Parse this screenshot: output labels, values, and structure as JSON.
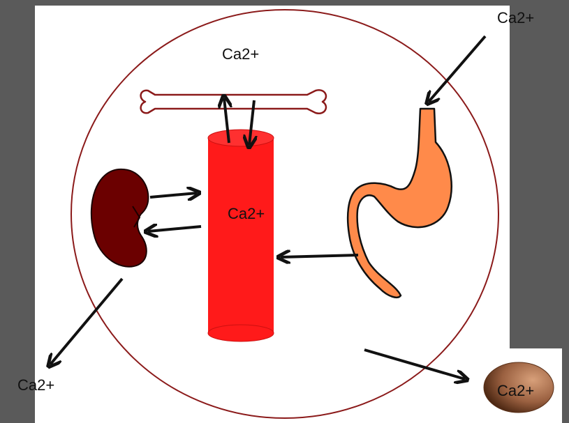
{
  "diagram": {
    "labels": {
      "top": "Ca2+",
      "top_right": "Ca2+",
      "center": "Ca2+",
      "bottom_left": "Ca2+",
      "bottom_right": "Ca2+"
    }
  },
  "colors": {
    "page_background": "#5a5a5a",
    "panel": "#ffffff",
    "circle_outline": "#8b1a1a",
    "bone_outline": "#8b1a1a",
    "blood_vessel": "#ff1a1a",
    "kidney": "#6b0000",
    "stomach": "#ff8a4a",
    "egg": "#8a5a3a",
    "arrow": "#111111"
  }
}
